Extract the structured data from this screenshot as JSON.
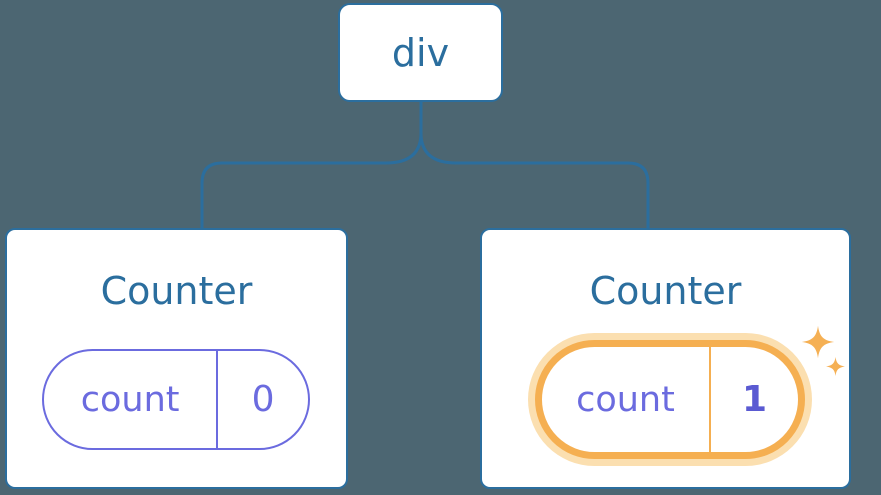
{
  "colors": {
    "background": "#4C6672",
    "node_border_blue": "#2B6E9E",
    "state_purple": "#6B6BDF",
    "state_purple_bold": "#5A5AD2",
    "highlight_orange": "#F5AF51",
    "highlight_orange_glow": "#FBDFB0",
    "card_background": "#FFFFFF"
  },
  "tree": {
    "root": {
      "label": "div"
    },
    "children": [
      {
        "title": "Counter",
        "state": {
          "key": "count",
          "value": "0"
        },
        "highlighted": false
      },
      {
        "title": "Counter",
        "state": {
          "key": "count",
          "value": "1"
        },
        "highlighted": true
      }
    ]
  },
  "icons": {
    "sparkles": "two four-point sparkle stars marking updated state"
  }
}
